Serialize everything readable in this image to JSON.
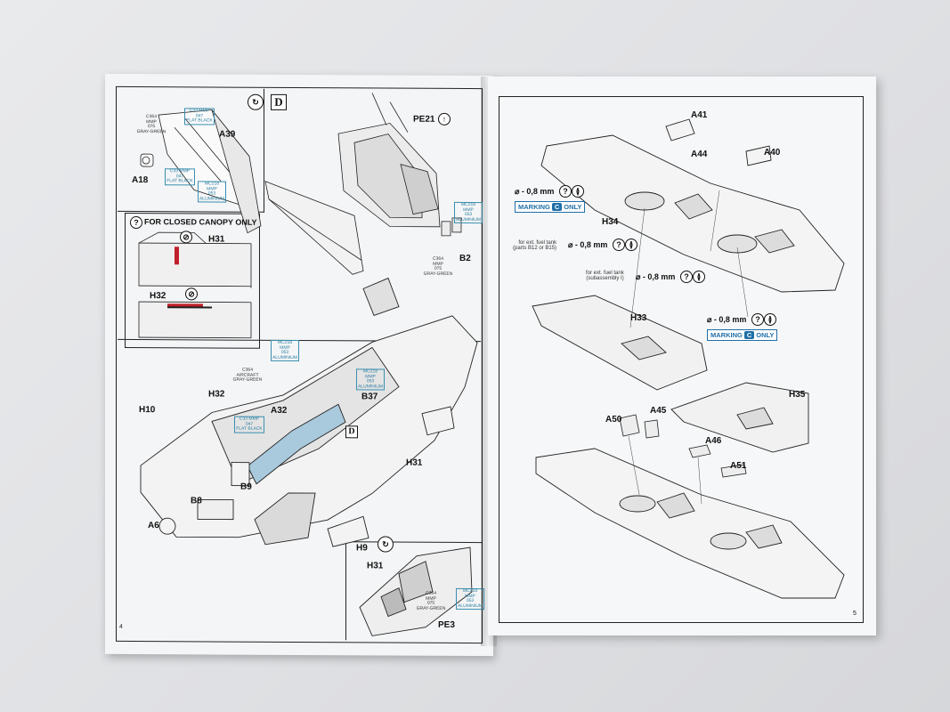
{
  "left_page": {
    "page_number": "4",
    "step_letter": "D",
    "closed_canopy_title": "FOR CLOSED CANOPY ONLY",
    "part_labels": [
      "A39",
      "A18",
      "PE21",
      "B2",
      "H31",
      "H32",
      "B37",
      "A32",
      "H10",
      "B9",
      "B8",
      "A6",
      "H31",
      "H9",
      "H31",
      "PE3"
    ],
    "paint_gray_green": "C364\nMMP\n075\nGRAY-GREEN",
    "paint_flat_black": "C33 MMP\n047\nFLAT BLACK",
    "paint_aluminium": "MC218\nMMP\n053\nALUMINIUM",
    "paint_aircraft_gray_green": "C364\nAIRCRAFT\nGRAY-GREEN",
    "step_marker_D": "D"
  },
  "right_page": {
    "page_number": "5",
    "part_labels": [
      "A41",
      "A44",
      "A40",
      "H34",
      "H33",
      "H35",
      "A50",
      "A45",
      "A46",
      "A51"
    ],
    "drill_1": "⌀ - 0,8 mm",
    "drill_2": "⌀ - 0,8 mm",
    "drill_3": "⌀ - 0,8 mm",
    "drill_4": "⌀ - 0,8 mm",
    "fuel_tank_note_1": "for ext. fuel tank\n(parts B12 or B15)",
    "fuel_tank_note_2": "for ext. fuel tank\n(subassembly I)",
    "marking_prefix": "MARKING",
    "marking_letter": "C",
    "marking_suffix": "ONLY"
  },
  "colors": {
    "line": "#222222",
    "paint_box": "#2a7fa3",
    "marking": "#1f6fa8",
    "glass_blue": "#a9c9dc",
    "red_mark": "#c0202a"
  }
}
